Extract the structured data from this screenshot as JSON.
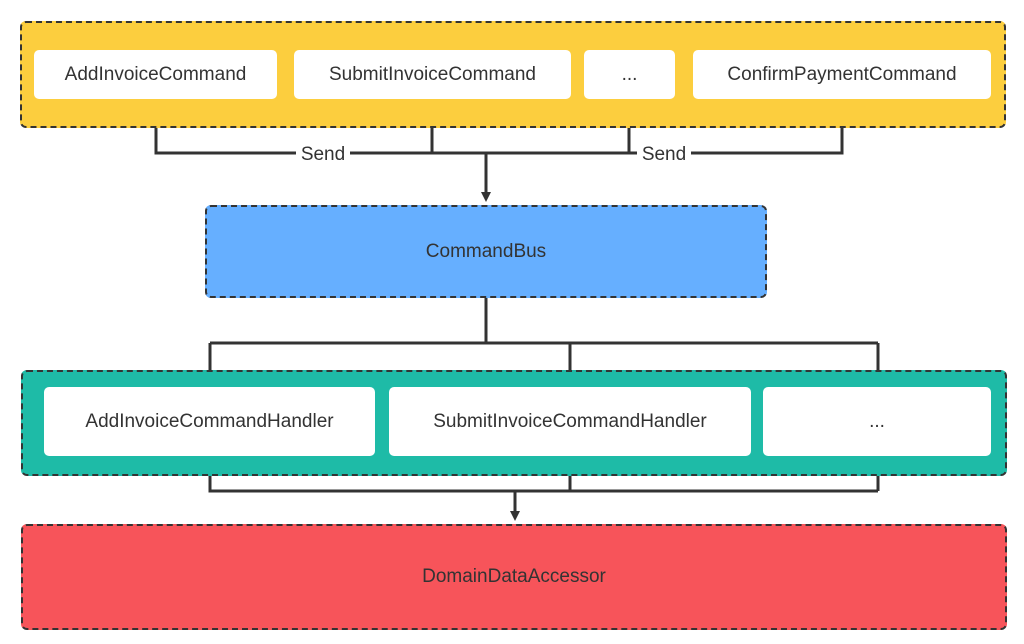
{
  "colors": {
    "commands_bg": "#FCCE3E",
    "bus_bg": "#66AFFF",
    "handlers_bg": "#1EBBA7",
    "accessor_bg": "#F7545A",
    "line": "#333333"
  },
  "commands": {
    "items": [
      "AddInvoiceCommand",
      "SubmitInvoiceCommand",
      "...",
      "ConfirmPaymentCommand"
    ]
  },
  "edge_labels": [
    "Send",
    "Send"
  ],
  "command_bus": {
    "label": "CommandBus"
  },
  "handlers": {
    "items": [
      "AddInvoiceCommandHandler",
      "SubmitInvoiceCommandHandler",
      "..."
    ]
  },
  "accessor": {
    "label": "DomainDataAccessor"
  }
}
